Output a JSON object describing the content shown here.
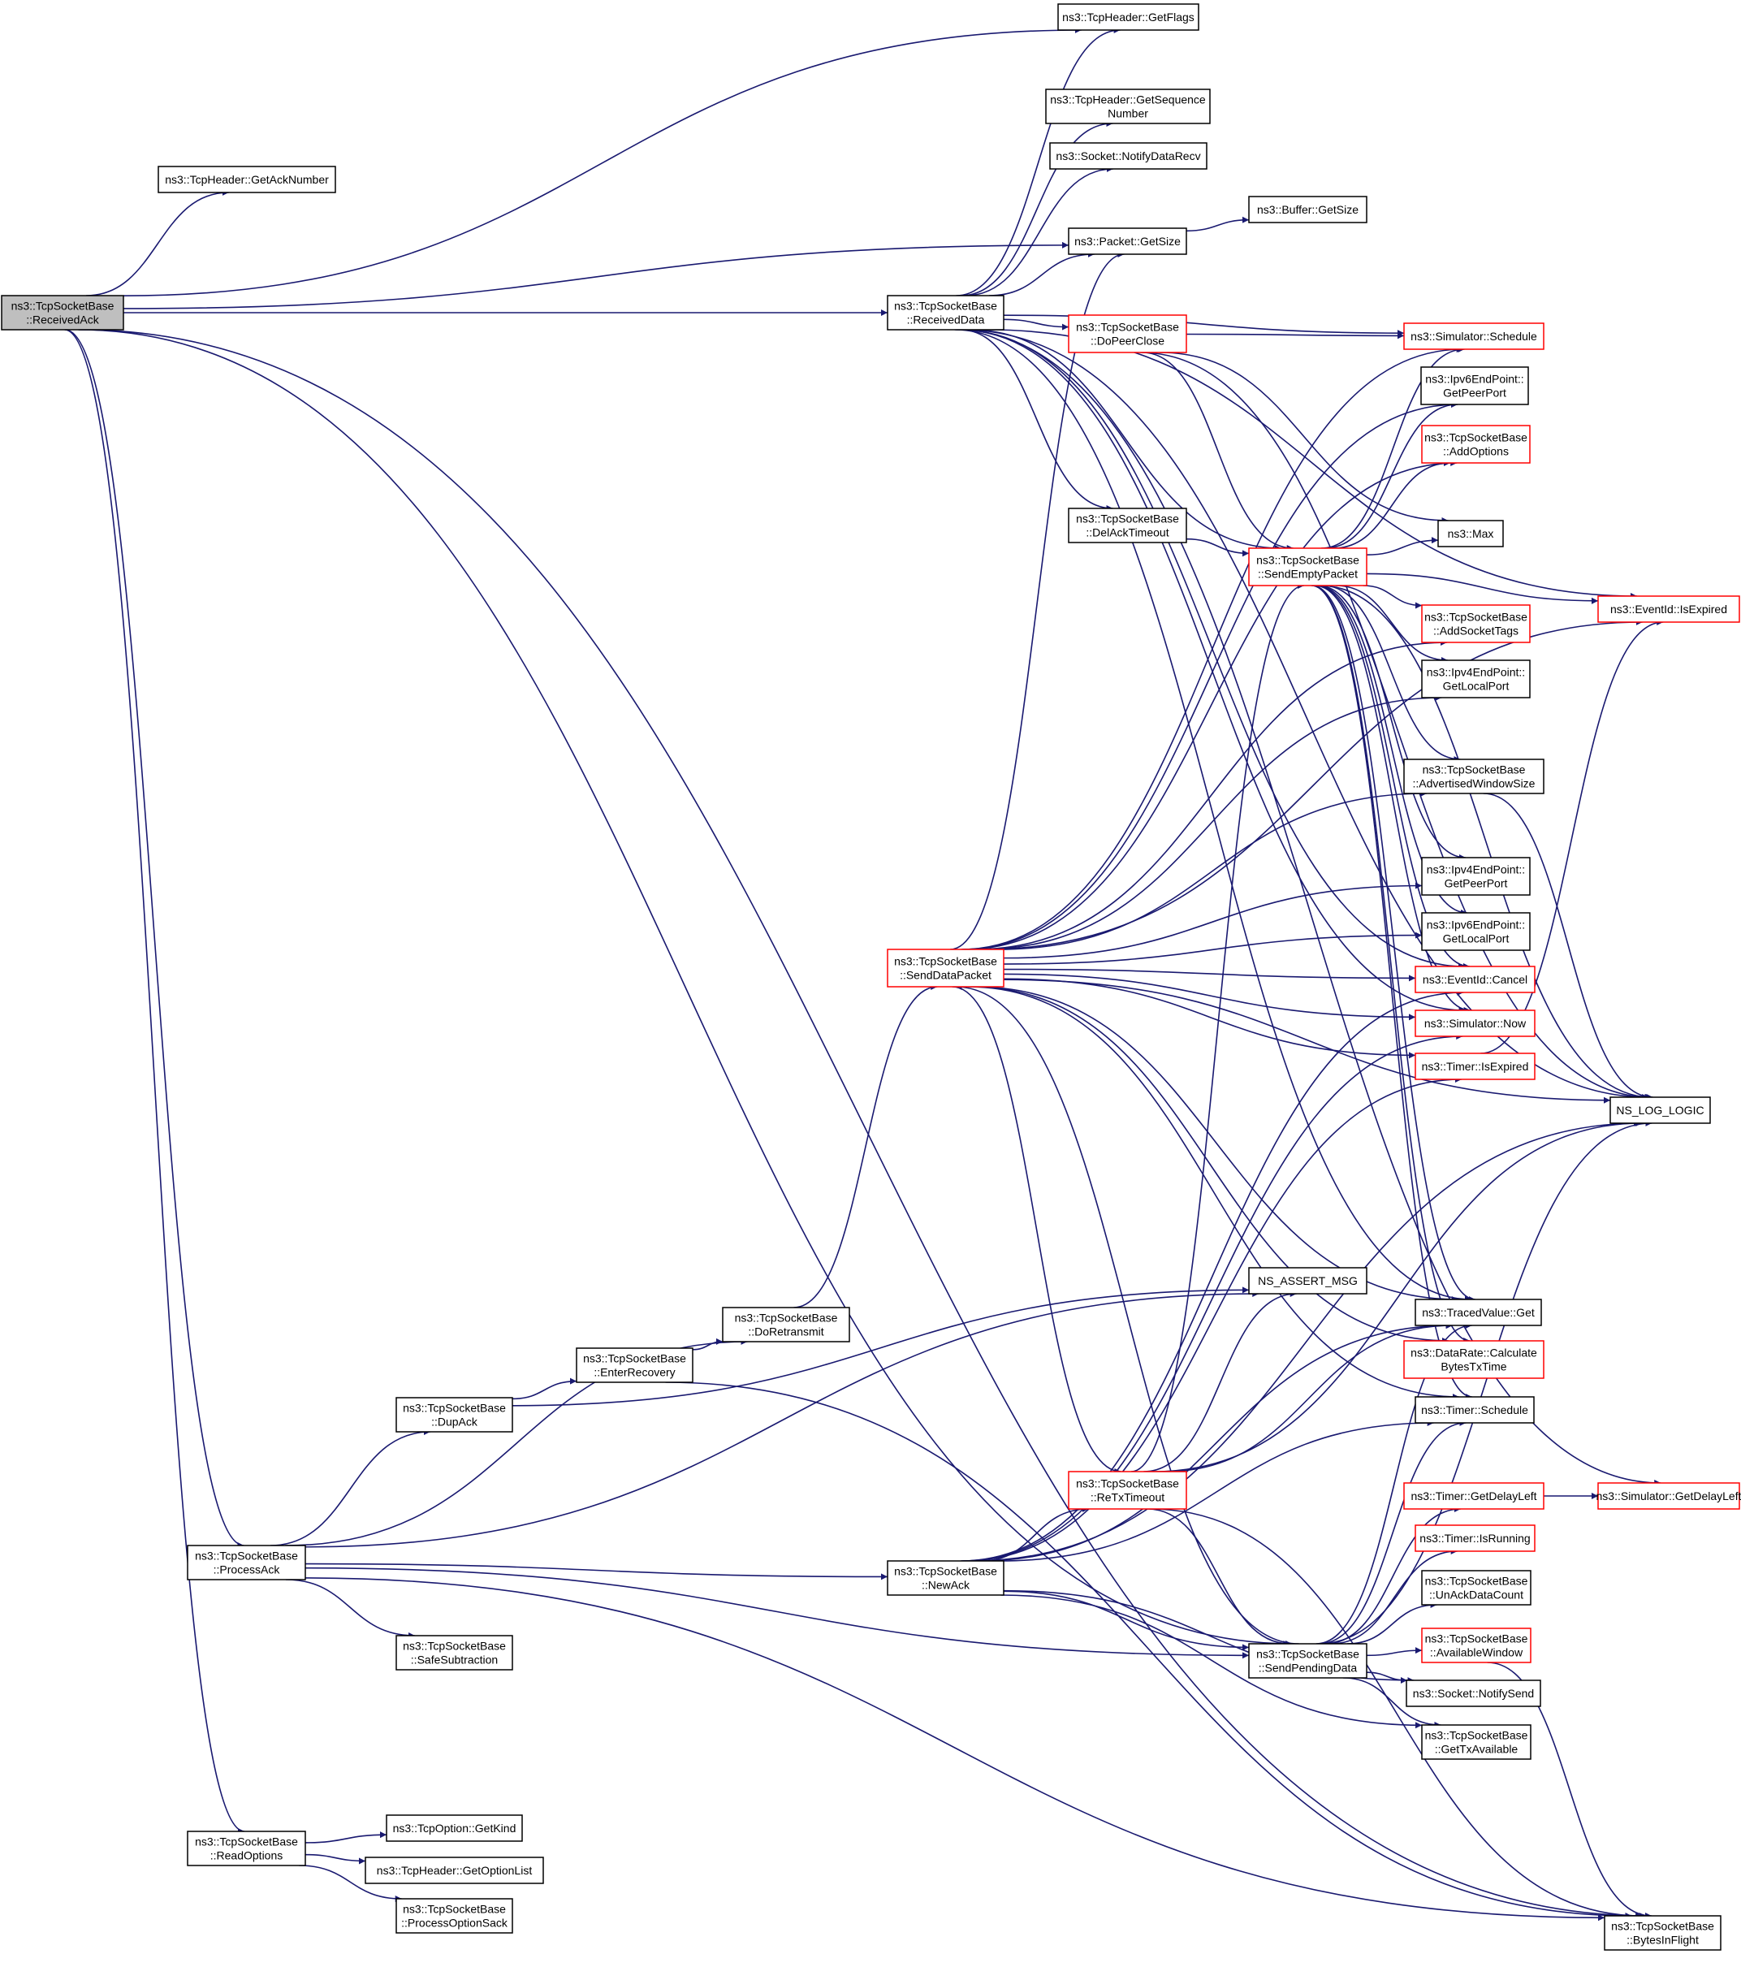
{
  "colors": {
    "edge": "#191970",
    "node_border": "#000000",
    "node_border_red": "#ff0000",
    "root_fill": "#bfbfbf",
    "node_fill": "#ffffff",
    "background": "#ffffff"
  },
  "nodes": [
    {
      "id": "received-ack",
      "lines": [
        "ns3::TcpSocketBase",
        "::ReceivedAck"
      ],
      "style": "root"
    },
    {
      "id": "get-ack-number",
      "lines": [
        "ns3::TcpHeader::GetAckNumber"
      ],
      "style": "black"
    },
    {
      "id": "get-flags",
      "lines": [
        "ns3::TcpHeader::GetFlags"
      ],
      "style": "black"
    },
    {
      "id": "get-sequence-number",
      "lines": [
        "ns3::TcpHeader::GetSequence",
        "Number"
      ],
      "style": "black"
    },
    {
      "id": "notify-data-recv",
      "lines": [
        "ns3::Socket::NotifyDataRecv"
      ],
      "style": "black"
    },
    {
      "id": "buffer-get-size",
      "lines": [
        "ns3::Buffer::GetSize"
      ],
      "style": "black"
    },
    {
      "id": "packet-get-size",
      "lines": [
        "ns3::Packet::GetSize"
      ],
      "style": "black"
    },
    {
      "id": "received-data",
      "lines": [
        "ns3::TcpSocketBase",
        "::ReceivedData"
      ],
      "style": "black"
    },
    {
      "id": "do-peer-close",
      "lines": [
        "ns3::TcpSocketBase",
        "::DoPeerClose"
      ],
      "style": "red"
    },
    {
      "id": "simulator-schedule",
      "lines": [
        "ns3::Simulator::Schedule"
      ],
      "style": "red"
    },
    {
      "id": "ipv6-get-peer-port",
      "lines": [
        "ns3::Ipv6EndPoint::",
        "GetPeerPort"
      ],
      "style": "black"
    },
    {
      "id": "add-options",
      "lines": [
        "ns3::TcpSocketBase",
        "::AddOptions"
      ],
      "style": "red"
    },
    {
      "id": "del-ack-timeout",
      "lines": [
        "ns3::TcpSocketBase",
        "::DelAckTimeout"
      ],
      "style": "black"
    },
    {
      "id": "max",
      "lines": [
        "ns3::Max"
      ],
      "style": "black"
    },
    {
      "id": "send-empty-packet",
      "lines": [
        "ns3::TcpSocketBase",
        "::SendEmptyPacket"
      ],
      "style": "red"
    },
    {
      "id": "eventid-is-expired",
      "lines": [
        "ns3::EventId::IsExpired"
      ],
      "style": "red"
    },
    {
      "id": "add-socket-tags",
      "lines": [
        "ns3::TcpSocketBase",
        "::AddSocketTags"
      ],
      "style": "red"
    },
    {
      "id": "ipv4-get-local-port",
      "lines": [
        "ns3::Ipv4EndPoint::",
        "GetLocalPort"
      ],
      "style": "black"
    },
    {
      "id": "advertised-window-size",
      "lines": [
        "ns3::TcpSocketBase",
        "::AdvertisedWindowSize"
      ],
      "style": "black"
    },
    {
      "id": "ipv4-get-peer-port",
      "lines": [
        "ns3::Ipv4EndPoint::",
        "GetPeerPort"
      ],
      "style": "black"
    },
    {
      "id": "ipv6-get-local-port",
      "lines": [
        "ns3::Ipv6EndPoint::",
        "GetLocalPort"
      ],
      "style": "black"
    },
    {
      "id": "send-data-packet",
      "lines": [
        "ns3::TcpSocketBase",
        "::SendDataPacket"
      ],
      "style": "red"
    },
    {
      "id": "eventid-cancel",
      "lines": [
        "ns3::EventId::Cancel"
      ],
      "style": "red"
    },
    {
      "id": "simulator-now",
      "lines": [
        "ns3::Simulator::Now"
      ],
      "style": "red"
    },
    {
      "id": "timer-is-expired",
      "lines": [
        "ns3::Timer::IsExpired"
      ],
      "style": "red"
    },
    {
      "id": "ns-log-logic",
      "lines": [
        "NS_LOG_LOGIC"
      ],
      "style": "black"
    },
    {
      "id": "ns-assert-msg",
      "lines": [
        "NS_ASSERT_MSG"
      ],
      "style": "black"
    },
    {
      "id": "do-retransmit",
      "lines": [
        "ns3::TcpSocketBase",
        "::DoRetransmit"
      ],
      "style": "black"
    },
    {
      "id": "traced-value-get",
      "lines": [
        "ns3::TracedValue::Get"
      ],
      "style": "black"
    },
    {
      "id": "enter-recovery",
      "lines": [
        "ns3::TcpSocketBase",
        "::EnterRecovery"
      ],
      "style": "black"
    },
    {
      "id": "datarate-calculate",
      "lines": [
        "ns3::DataRate::Calculate",
        "BytesTxTime"
      ],
      "style": "red"
    },
    {
      "id": "dup-ack",
      "lines": [
        "ns3::TcpSocketBase",
        "::DupAck"
      ],
      "style": "black"
    },
    {
      "id": "timer-schedule",
      "lines": [
        "ns3::Timer::Schedule"
      ],
      "style": "black"
    },
    {
      "id": "retx-timeout",
      "lines": [
        "ns3::TcpSocketBase",
        "::ReTxTimeout"
      ],
      "style": "red"
    },
    {
      "id": "timer-get-delay-left",
      "lines": [
        "ns3::Timer::GetDelayLeft"
      ],
      "style": "red"
    },
    {
      "id": "simulator-get-delay-left",
      "lines": [
        "ns3::Simulator::GetDelayLeft"
      ],
      "style": "red"
    },
    {
      "id": "timer-is-running",
      "lines": [
        "ns3::Timer::IsRunning"
      ],
      "style": "red"
    },
    {
      "id": "process-ack",
      "lines": [
        "ns3::TcpSocketBase",
        "::ProcessAck"
      ],
      "style": "black"
    },
    {
      "id": "new-ack",
      "lines": [
        "ns3::TcpSocketBase",
        "::NewAck"
      ],
      "style": "black"
    },
    {
      "id": "unack-data-count",
      "lines": [
        "ns3::TcpSocketBase",
        "::UnAckDataCount"
      ],
      "style": "black"
    },
    {
      "id": "available-window",
      "lines": [
        "ns3::TcpSocketBase",
        "::AvailableWindow"
      ],
      "style": "red"
    },
    {
      "id": "safe-subtraction",
      "lines": [
        "ns3::TcpSocketBase",
        "::SafeSubtraction"
      ],
      "style": "black"
    },
    {
      "id": "send-pending-data",
      "lines": [
        "ns3::TcpSocketBase",
        "::SendPendingData"
      ],
      "style": "black"
    },
    {
      "id": "socket-notify-send",
      "lines": [
        "ns3::Socket::NotifySend"
      ],
      "style": "black"
    },
    {
      "id": "get-tx-available",
      "lines": [
        "ns3::TcpSocketBase",
        "::GetTxAvailable"
      ],
      "style": "black"
    },
    {
      "id": "tcp-option-get-kind",
      "lines": [
        "ns3::TcpOption::GetKind"
      ],
      "style": "black"
    },
    {
      "id": "read-options",
      "lines": [
        "ns3::TcpSocketBase",
        "::ReadOptions"
      ],
      "style": "black"
    },
    {
      "id": "get-option-list",
      "lines": [
        "ns3::TcpHeader::GetOptionList"
      ],
      "style": "black"
    },
    {
      "id": "process-option-sack",
      "lines": [
        "ns3::TcpSocketBase",
        "::ProcessOptionSack"
      ],
      "style": "black"
    },
    {
      "id": "bytes-in-flight",
      "lines": [
        "ns3::TcpSocketBase",
        "::BytesInFlight"
      ],
      "style": "black"
    }
  ]
}
